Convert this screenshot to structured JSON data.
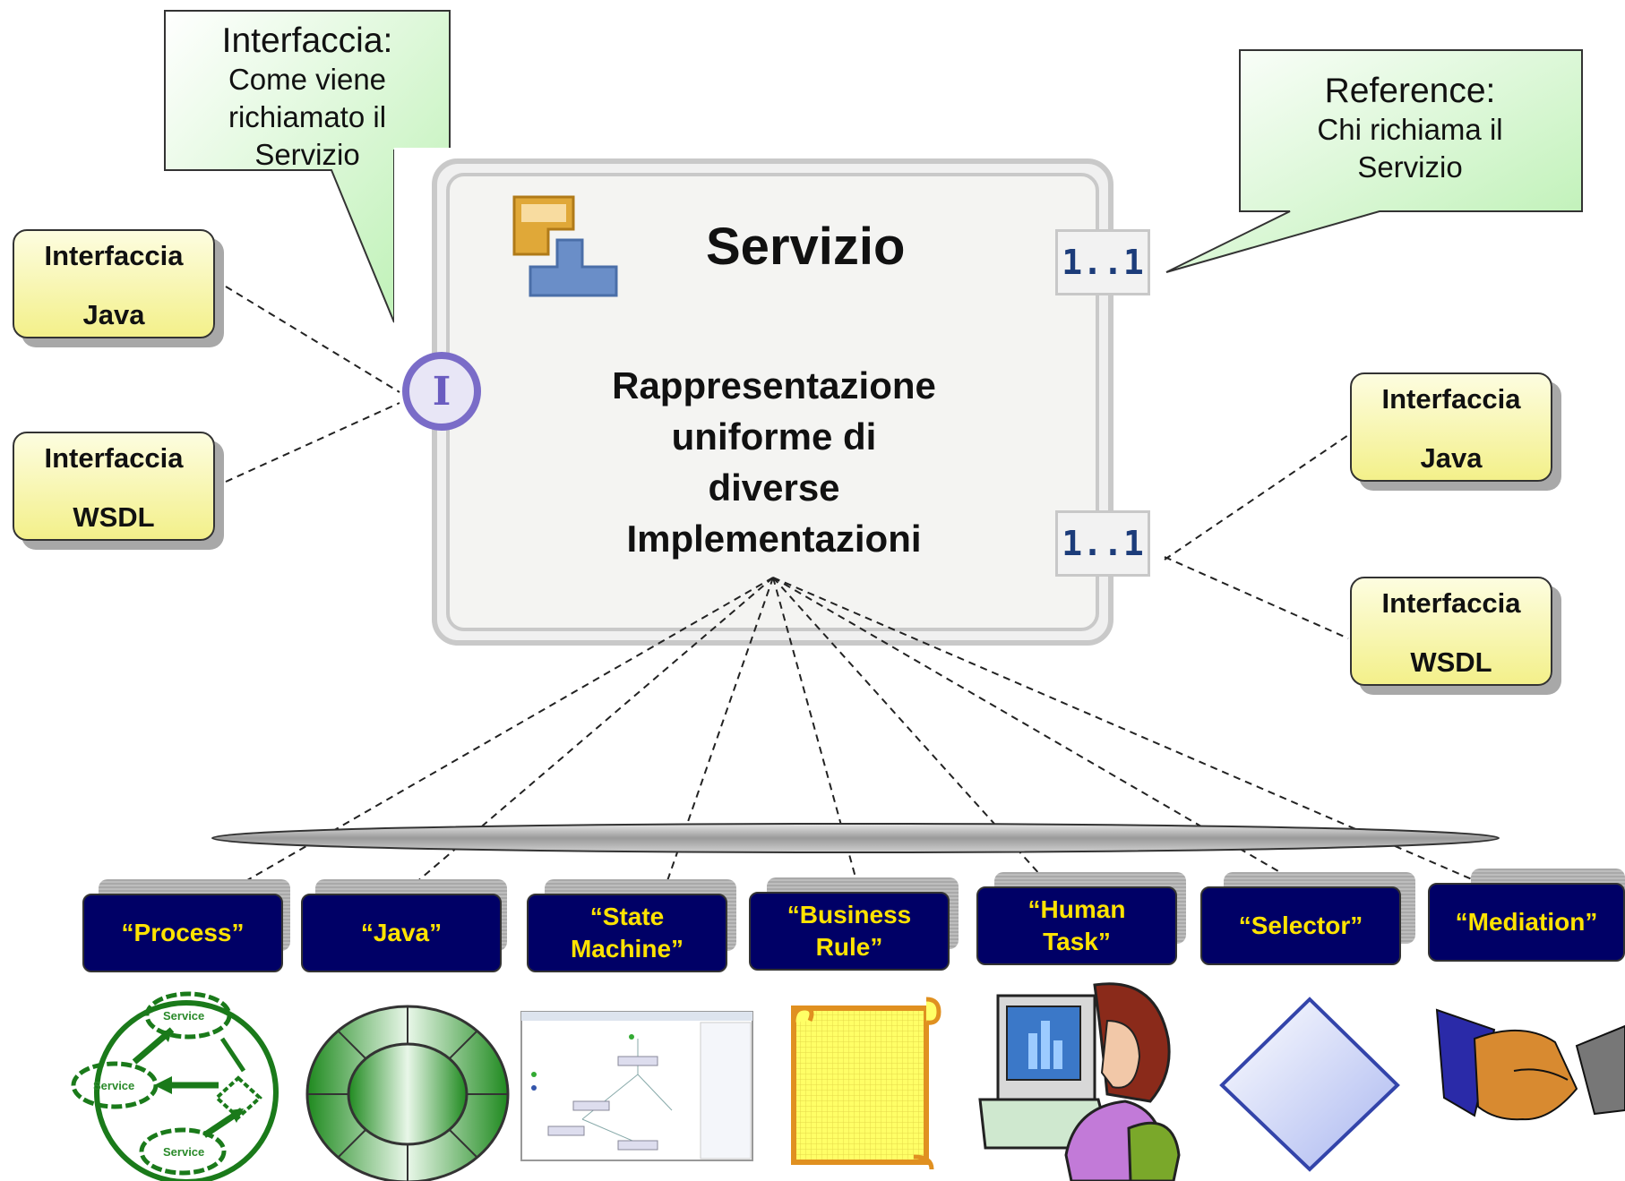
{
  "callouts": {
    "interface": {
      "title": "Interfaccia:",
      "line1": "Come viene",
      "line2": "richiamato il",
      "line3": "Servizio"
    },
    "reference": {
      "title": "Reference:",
      "line1": "Chi richiama il",
      "line2": "Servizio"
    }
  },
  "service": {
    "title": "Servizio",
    "desc_line1": "Rappresentazione",
    "desc_line2": "uniforme di",
    "desc_line3": "diverse",
    "desc_line4": "Implementazioni",
    "interface_symbol": "I",
    "reference_multiplicity_top": "1..1",
    "reference_multiplicity_bottom": "1..1"
  },
  "left_interfaces": [
    {
      "line1": "Interfaccia",
      "line2": "Java"
    },
    {
      "line1": "Interfaccia",
      "line2": "WSDL"
    }
  ],
  "right_interfaces": [
    {
      "line1": "Interfaccia",
      "line2": "Java"
    },
    {
      "line1": "Interfaccia",
      "line2": "WSDL"
    }
  ],
  "implementations": [
    {
      "line1": "“Process”",
      "line2": ""
    },
    {
      "line1": "“Java”",
      "line2": ""
    },
    {
      "line1": "“State",
      "line2": "Machine”"
    },
    {
      "line1": "“Business",
      "line2": "Rule”"
    },
    {
      "line1": "“Human",
      "line2": "Task”"
    },
    {
      "line1": "“Selector”",
      "line2": ""
    },
    {
      "line1": "“Mediation”",
      "line2": ""
    }
  ],
  "process_icon_labels": [
    "Service",
    "Service",
    "Service"
  ],
  "icons": [
    "process-cycle-icon",
    "java-ring-icon",
    "state-machine-screenshot-icon",
    "scroll-icon",
    "human-at-computer-icon",
    "diamond-icon",
    "handshake-icon"
  ],
  "colors": {
    "impl_box": "#000066",
    "impl_text": "#ffe300",
    "callout": "#c8f5c0",
    "interface_box": "#f3f08a",
    "multiplicity": "#1c3c7a"
  }
}
